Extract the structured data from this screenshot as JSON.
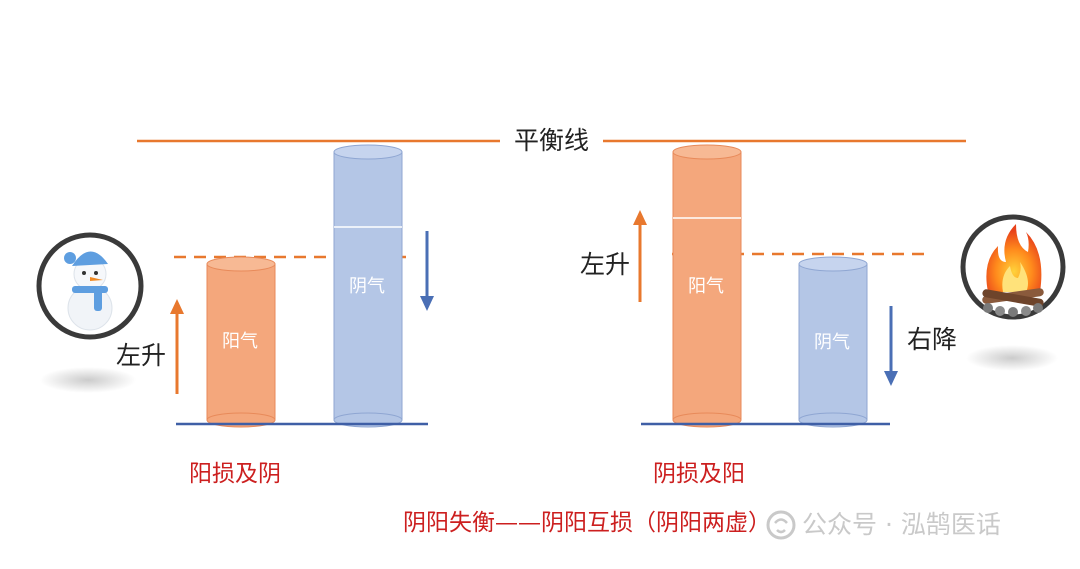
{
  "balance_label": "平衡线",
  "left_panel": {
    "yang_label": "阳气",
    "yin_label": "阴气",
    "arrow_label": "左升",
    "caption": "阳损及阴",
    "emblem": "snowman-icon"
  },
  "right_panel": {
    "yang_label": "阳气",
    "yin_label": "阴气",
    "up_label": "左升",
    "down_label": "右降",
    "caption": "阴损及阳",
    "emblem": "campfire-icon"
  },
  "footer_caption": "阴阳失衡——阴阳互损（阴阳两虚）",
  "watermark": {
    "icon": "wechat-official-account-icon",
    "text": "公众号 · 泓鹄医话"
  },
  "colors": {
    "yang": "#f4a77c",
    "yin": "#b4c6e6",
    "balance": "#e8782e",
    "baseline": "#3f5fa6",
    "arrow_up": "#e8782e",
    "arrow_down": "#4a6fb5",
    "caption": "#cc1f1f"
  }
}
